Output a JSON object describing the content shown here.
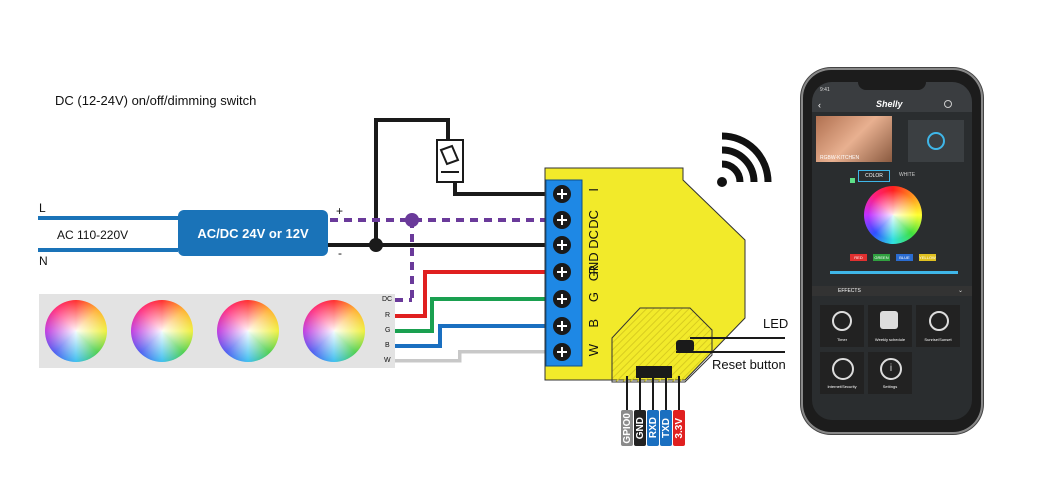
{
  "title": "DC (12-24V) on/off/dimming switch",
  "mains": {
    "l": "L",
    "n": "N",
    "ac": "AC 110-220V"
  },
  "psu": {
    "label": "AC/DC 24V or 12V",
    "plus": "+",
    "minus": "-"
  },
  "strip_pins": [
    "DC",
    "R",
    "G",
    "B",
    "W"
  ],
  "terminals": [
    "I",
    "DC",
    "GND DC",
    "R",
    "G",
    "B",
    "W"
  ],
  "right_labels": {
    "led": "LED",
    "reset": "Reset button"
  },
  "gpio": [
    {
      "label": "GPIO0",
      "color": "#8a8a8a"
    },
    {
      "label": "GND",
      "color": "#222222"
    },
    {
      "label": "RXD",
      "color": "#1a6fc0"
    },
    {
      "label": "TXD",
      "color": "#1a6fc0"
    },
    {
      "label": "3.3V",
      "color": "#e02020"
    }
  ],
  "wire_colors": {
    "black": "#1a1a1a",
    "purple": "#6a3a9a",
    "red": "#e02020",
    "green": "#1aa050",
    "blue": "#1a6fc0",
    "white": "#cccccc",
    "mains": "#1a73b8",
    "module": "#f2ea2a",
    "terminal": "#1e88e5"
  },
  "phone": {
    "time": "9:41",
    "app": "Shelly",
    "device": "RGBW-KITCHEN",
    "tabs": [
      "COLOR",
      "WHITE"
    ],
    "color_buttons": [
      {
        "label": "RED",
        "color": "#e03030"
      },
      {
        "label": "GREEN",
        "color": "#30a040"
      },
      {
        "label": "BLUE",
        "color": "#2a6cd0"
      },
      {
        "label": "YELLOW",
        "color": "#e0c020"
      }
    ],
    "effects": "EFFECTS",
    "tiles": [
      "Timer",
      "Weekly schedule",
      "Sunrise/Sunset",
      "Internet/Security",
      "Settings"
    ]
  }
}
